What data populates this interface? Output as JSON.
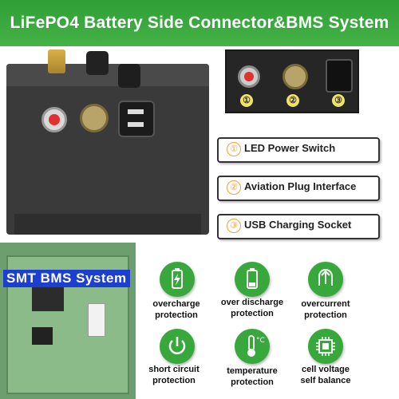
{
  "header": {
    "title": "LiFePO4 Battery Side Connector&BMS System"
  },
  "inset": {
    "numbers": [
      "①",
      "②",
      "③"
    ]
  },
  "features": [
    {
      "num": "①",
      "label": "LED Power Switch"
    },
    {
      "num": "②",
      "label": "Aviation Plug Interface"
    },
    {
      "num": "③",
      "label": "USB Charging Socket"
    }
  ],
  "bms": {
    "title": "SMT BMS System",
    "protections": [
      {
        "icon": "battery-charge-icon",
        "line1": "overcharge",
        "line2": "protection"
      },
      {
        "icon": "battery-low-icon",
        "line1": "over discharge",
        "line2": "protection"
      },
      {
        "icon": "current-arrow-icon",
        "line1": "overcurrent",
        "line2": "protection"
      },
      {
        "icon": "power-icon",
        "line1": "short circuit",
        "line2": "protection"
      },
      {
        "icon": "thermometer-icon",
        "line1": "temperature",
        "line2": "protection",
        "badge": "°C"
      },
      {
        "icon": "chip-icon",
        "line1": "cell voltage",
        "line2": "self balance"
      }
    ]
  },
  "colors": {
    "header_green": "#3aa83e",
    "icon_green": "#38a83c",
    "bms_title_blue": "#1c3fd0",
    "number_orange": "#f0a040"
  }
}
